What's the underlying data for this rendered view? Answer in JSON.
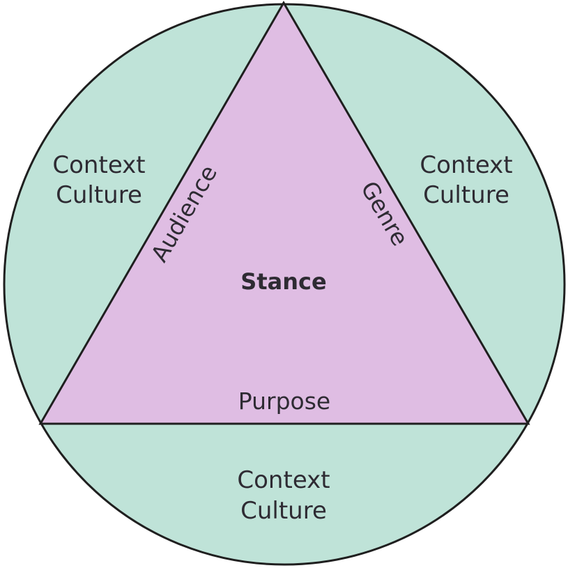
{
  "colors": {
    "circle_fill": "#bfe3d8",
    "triangle_fill": "#dfbde3",
    "stroke": "#1f1f1f",
    "text": "#2e2b33"
  },
  "center_label": "Stance",
  "triangle_sides": {
    "left": "Audience",
    "right": "Genre",
    "bottom": "Purpose"
  },
  "regions": {
    "left": {
      "line1": "Context",
      "line2": "Culture"
    },
    "right": {
      "line1": "Context",
      "line2": "Culture"
    },
    "bottom": {
      "line1": "Context",
      "line2": "Culture"
    }
  }
}
